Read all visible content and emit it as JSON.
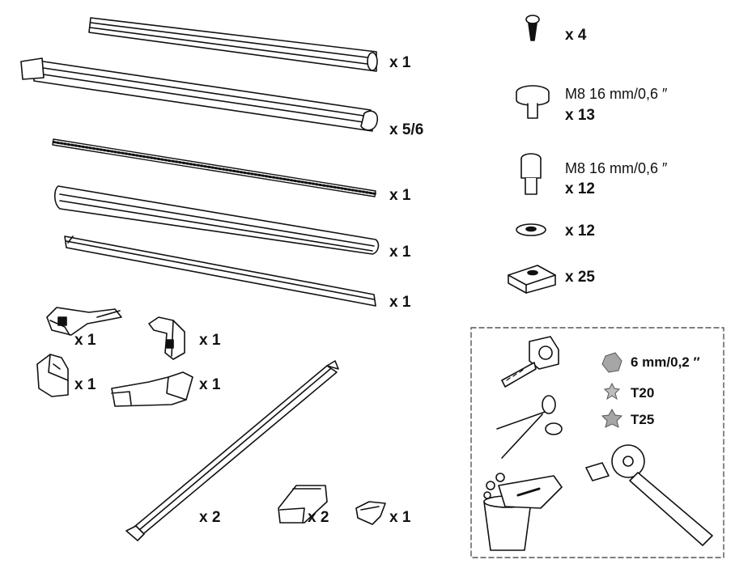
{
  "parts": [
    {
      "qty": "x 1",
      "icon": "rail-top"
    },
    {
      "qty": "x 5/6",
      "icon": "rail-long"
    },
    {
      "qty": "x 1",
      "icon": "chain-strip"
    },
    {
      "qty": "x 1",
      "icon": "rail-cover"
    },
    {
      "qty": "x 1",
      "icon": "rail-profile"
    },
    {
      "qty": "x 1",
      "icon": "rail-bottom"
    },
    {
      "qty": "x 1",
      "icon": "corner-bracket-a"
    },
    {
      "qty": "x 1",
      "icon": "corner-bracket-b"
    },
    {
      "qty": "x 1",
      "icon": "corner-cap-a"
    },
    {
      "qty": "x 1",
      "icon": "corner-cap-b"
    },
    {
      "qty": "x 2",
      "icon": "diagonal-rail"
    },
    {
      "qty": "x 2",
      "icon": "wedge-bracket"
    },
    {
      "qty": "x 1",
      "icon": "wedge-clip"
    }
  ],
  "hardware": [
    {
      "qty": "x 4",
      "spec": "",
      "icon": "screw"
    },
    {
      "qty": "x 13",
      "spec": "M8 16 mm/0,6 ″",
      "icon": "flat-head-bolt"
    },
    {
      "qty": "x 12",
      "spec": "M8 16 mm/0,6 ″",
      "icon": "socket-head-bolt"
    },
    {
      "qty": "x 12",
      "spec": "",
      "icon": "washer"
    },
    {
      "qty": "x 25",
      "spec": "",
      "icon": "square-nut"
    }
  ],
  "tools": [
    {
      "label": "6 mm/0,2 ″",
      "icon": "hex-key"
    },
    {
      "label": "T20",
      "icon": "torx-t20"
    },
    {
      "label": "T25",
      "icon": "torx-t25"
    }
  ],
  "colors": {
    "line": "#111111",
    "fill": "#ffffff",
    "bit": "#a6a6a6",
    "dash": "#555555"
  }
}
